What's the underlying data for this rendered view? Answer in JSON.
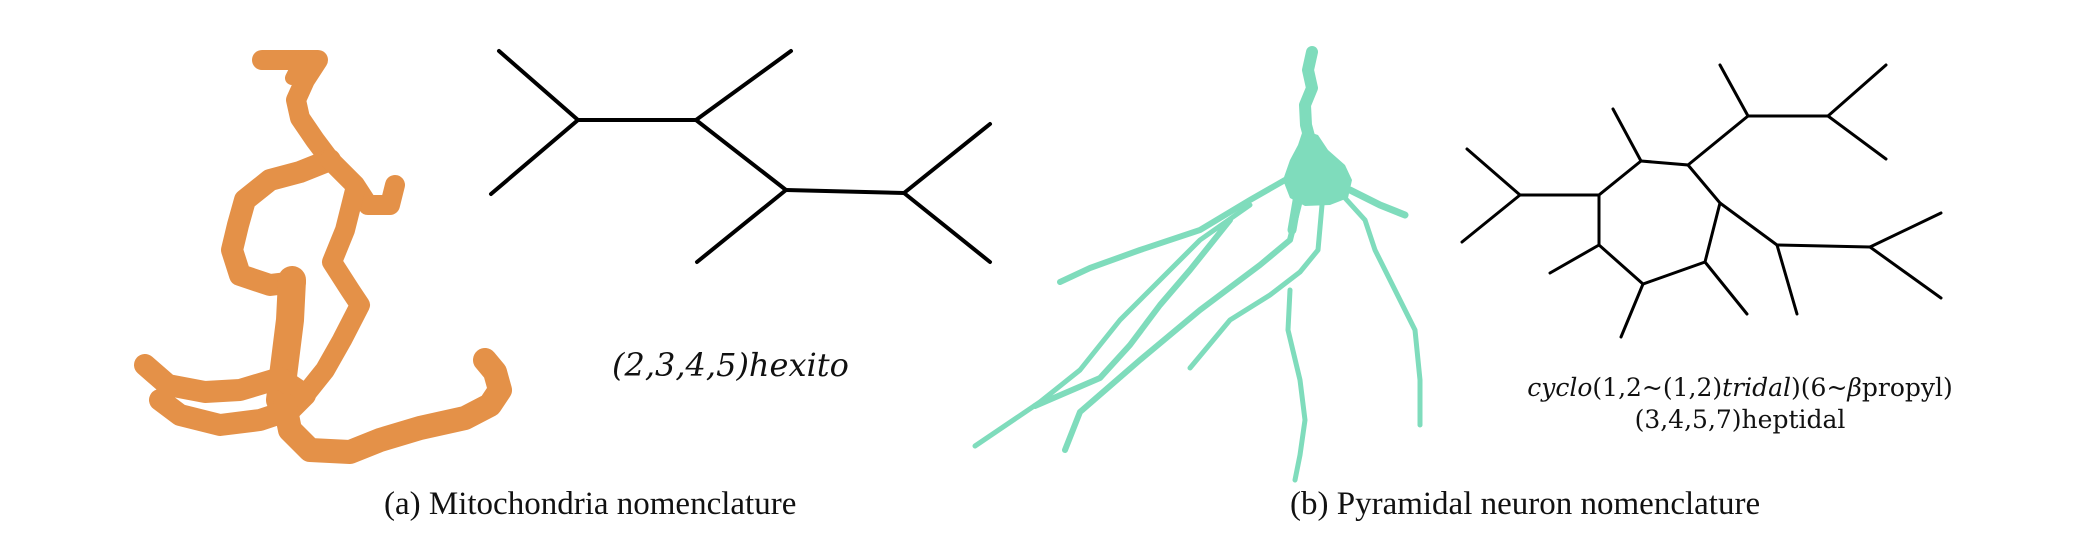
{
  "panels": [
    {
      "id": "a",
      "caption": "(a) Mitochondria nomenclature",
      "specimen": "mitochondria 3D reconstruction",
      "specimen_color": "#e49148",
      "formula": "(2,3,4,5)hexito"
    },
    {
      "id": "b",
      "caption": "(b) Pyramidal neuron nomenclature",
      "specimen": "pyramidal neuron 3D reconstruction",
      "specimen_color": "#7fdcbc",
      "formula_line1": {
        "p1": "cyclo",
        "p2": "(1,2~(1,2)",
        "p3": "tridal",
        "p4": ")(6~",
        "p5": "β",
        "p6": "propyl)"
      },
      "formula_line2": "(3,4,5,7)heptidal"
    }
  ],
  "line_color": "#000000"
}
